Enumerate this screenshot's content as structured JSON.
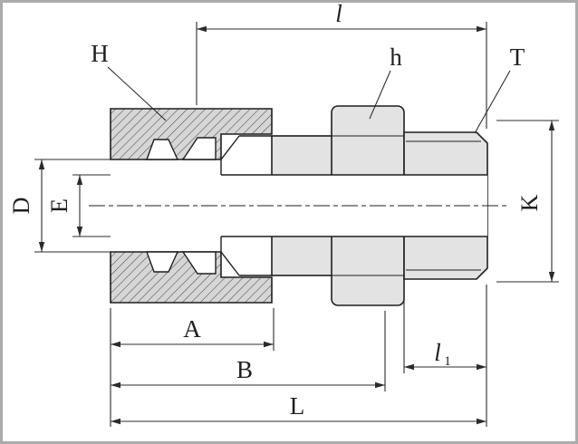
{
  "colors": {
    "line": "#1f1f1f",
    "dim-line": "#2b2b2b",
    "body-fill": "#e3e3e3",
    "hatch-fill": "#d6d6d6",
    "hatch-stroke": "#4a4a4a",
    "page-bg": "#ffffff",
    "frame": "#ababab"
  },
  "labels": {
    "l": "l",
    "H": "H",
    "h": "h",
    "T": "T",
    "D": "D",
    "E": "E",
    "K": "K",
    "A": "A",
    "B": "B",
    "L": "L",
    "l1_main": "l",
    "l1_sub": "1"
  }
}
